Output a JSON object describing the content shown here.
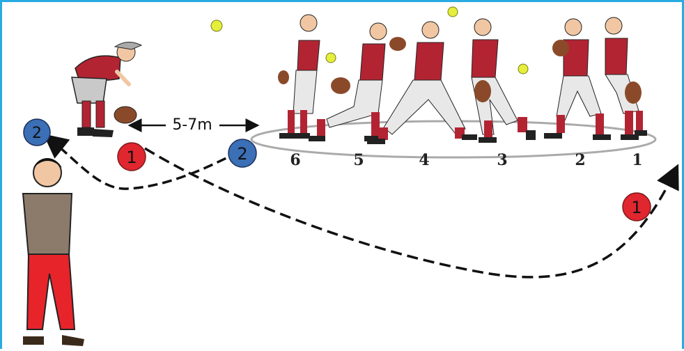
{
  "distance_label": "5-7m",
  "phase_numbers": [
    "6",
    "5",
    "4",
    "3",
    "2",
    "1"
  ],
  "markers": [
    {
      "label": "2",
      "color": "#3b6fb6"
    },
    {
      "label": "1",
      "color": "#e0262f"
    },
    {
      "label": "2",
      "color": "#3b6fb6"
    },
    {
      "label": "1",
      "color": "#e0262f"
    }
  ],
  "colors": {
    "frame": "#29abe2",
    "team_red": "#b32433",
    "pants": "#e8e8e8",
    "glove": "#8a4a2a",
    "softball": "#e4ef3b",
    "coach_shirt": "#8c7b6b",
    "coach_pants": "#e8242b"
  }
}
